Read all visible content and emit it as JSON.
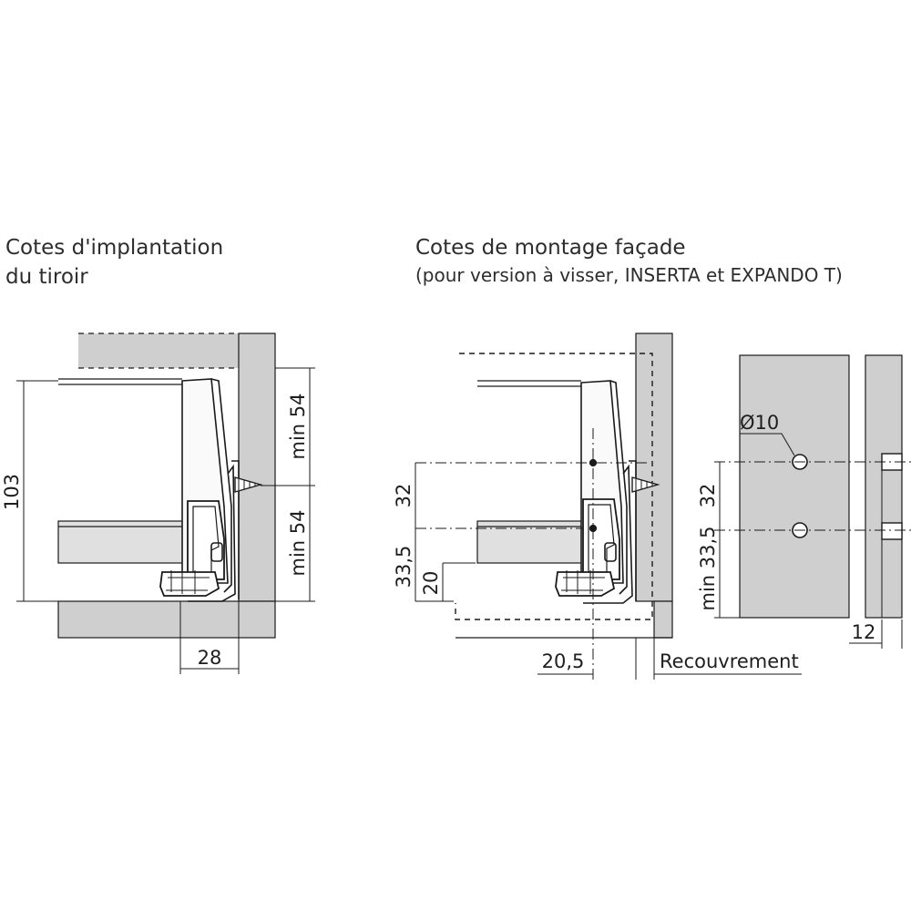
{
  "left_title": {
    "line1": "Cotes d'implantation",
    "line2": "du tiroir"
  },
  "right_title": {
    "line1": "Cotes de montage façade",
    "line2": "(pour version à visser, INSERTA et EXPANDO T)"
  },
  "left_dimensions": {
    "height": "103",
    "upper": "min 54",
    "lower": "min 54",
    "depth": "28"
  },
  "right_dimensions": {
    "hole_spacing": "32",
    "hole_height": "33,5",
    "offset": "20",
    "setback": "20,5",
    "overlay": "Recouvrement",
    "hole_diameter": "Ø10",
    "front_spacing": "32",
    "front_height": "min 33,5",
    "front_depth": "12"
  },
  "colors": {
    "panel": "#cfcfcf",
    "drawer": "#e0e0e0",
    "line": "#1a1a1a"
  }
}
